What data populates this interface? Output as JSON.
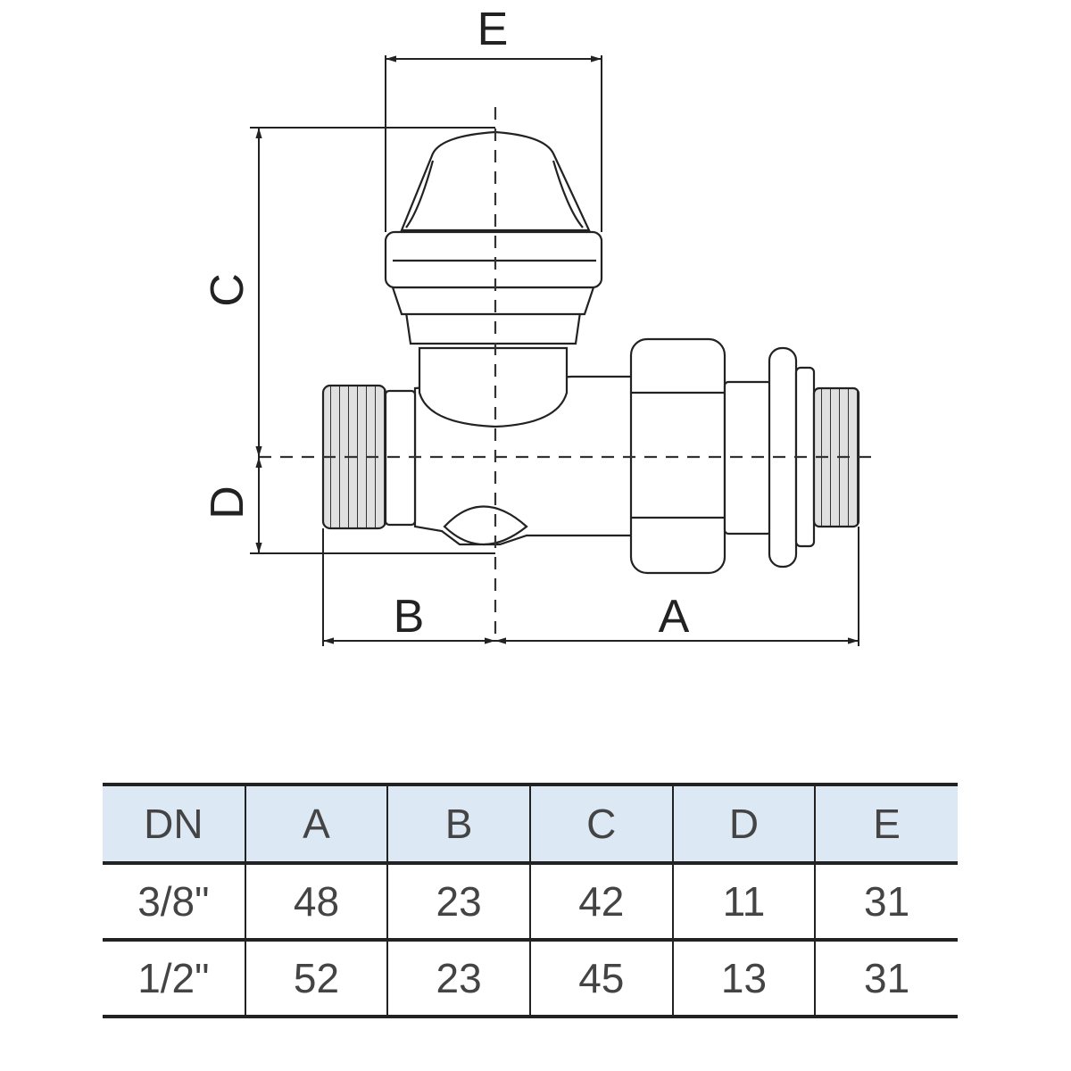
{
  "drawing": {
    "labels": {
      "A": "A",
      "B": "B",
      "C": "C",
      "D": "D",
      "E": "E"
    },
    "colors": {
      "line": "#222222",
      "body_fill": "#ffffff",
      "thread_fill": "#d9d9d9"
    }
  },
  "table": {
    "header_fill": "#dde8f5",
    "headers": [
      "DN",
      "A",
      "B",
      "C",
      "D",
      "E"
    ],
    "rows": [
      [
        "3/8\"",
        "48",
        "23",
        "42",
        "11",
        "31"
      ],
      [
        "1/2\"",
        "52",
        "23",
        "45",
        "13",
        "31"
      ]
    ]
  }
}
